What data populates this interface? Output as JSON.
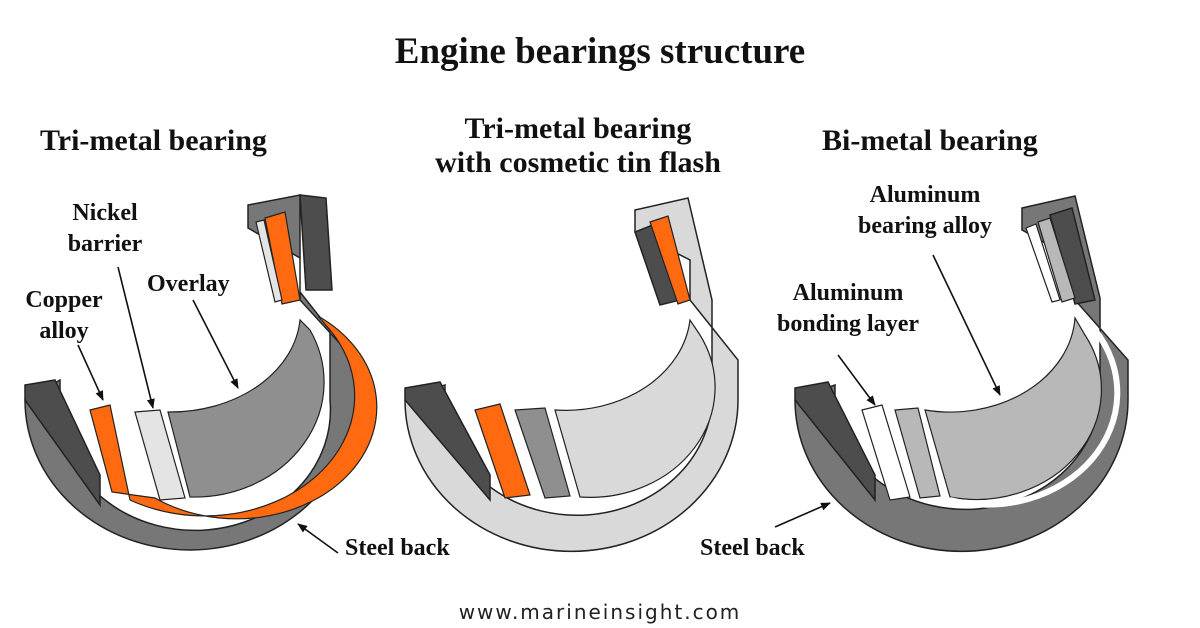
{
  "title": "Engine bearings structure",
  "footer": "www.marineinsight.com",
  "colors": {
    "steel_back": "#777777",
    "steel_dark": "#4d4d4d",
    "copper_alloy": "#ff6a10",
    "nickel_barrier": "#e4e4e4",
    "overlay": "#8f8f8f",
    "tin_flash": "#d9d9d9",
    "aluminum_alloy": "#b8b8b8",
    "aluminum_bonding": "#ffffff"
  },
  "panels": [
    {
      "heading": [
        "Tri-metal bearing"
      ],
      "labels": {
        "nickel_barrier": [
          "Nickel",
          "barrier"
        ],
        "copper_alloy": [
          "Copper",
          "alloy"
        ],
        "overlay": "Overlay",
        "steel_back": "Steel back"
      }
    },
    {
      "heading": [
        "Tri-metal bearing",
        "with cosmetic tin flash"
      ]
    },
    {
      "heading": [
        "Bi-metal bearing"
      ],
      "labels": {
        "aluminum_alloy": [
          "Aluminum",
          "bearing alloy"
        ],
        "aluminum_bonding": [
          "Aluminum",
          "bonding layer"
        ],
        "steel_back": "Steel back"
      }
    }
  ]
}
